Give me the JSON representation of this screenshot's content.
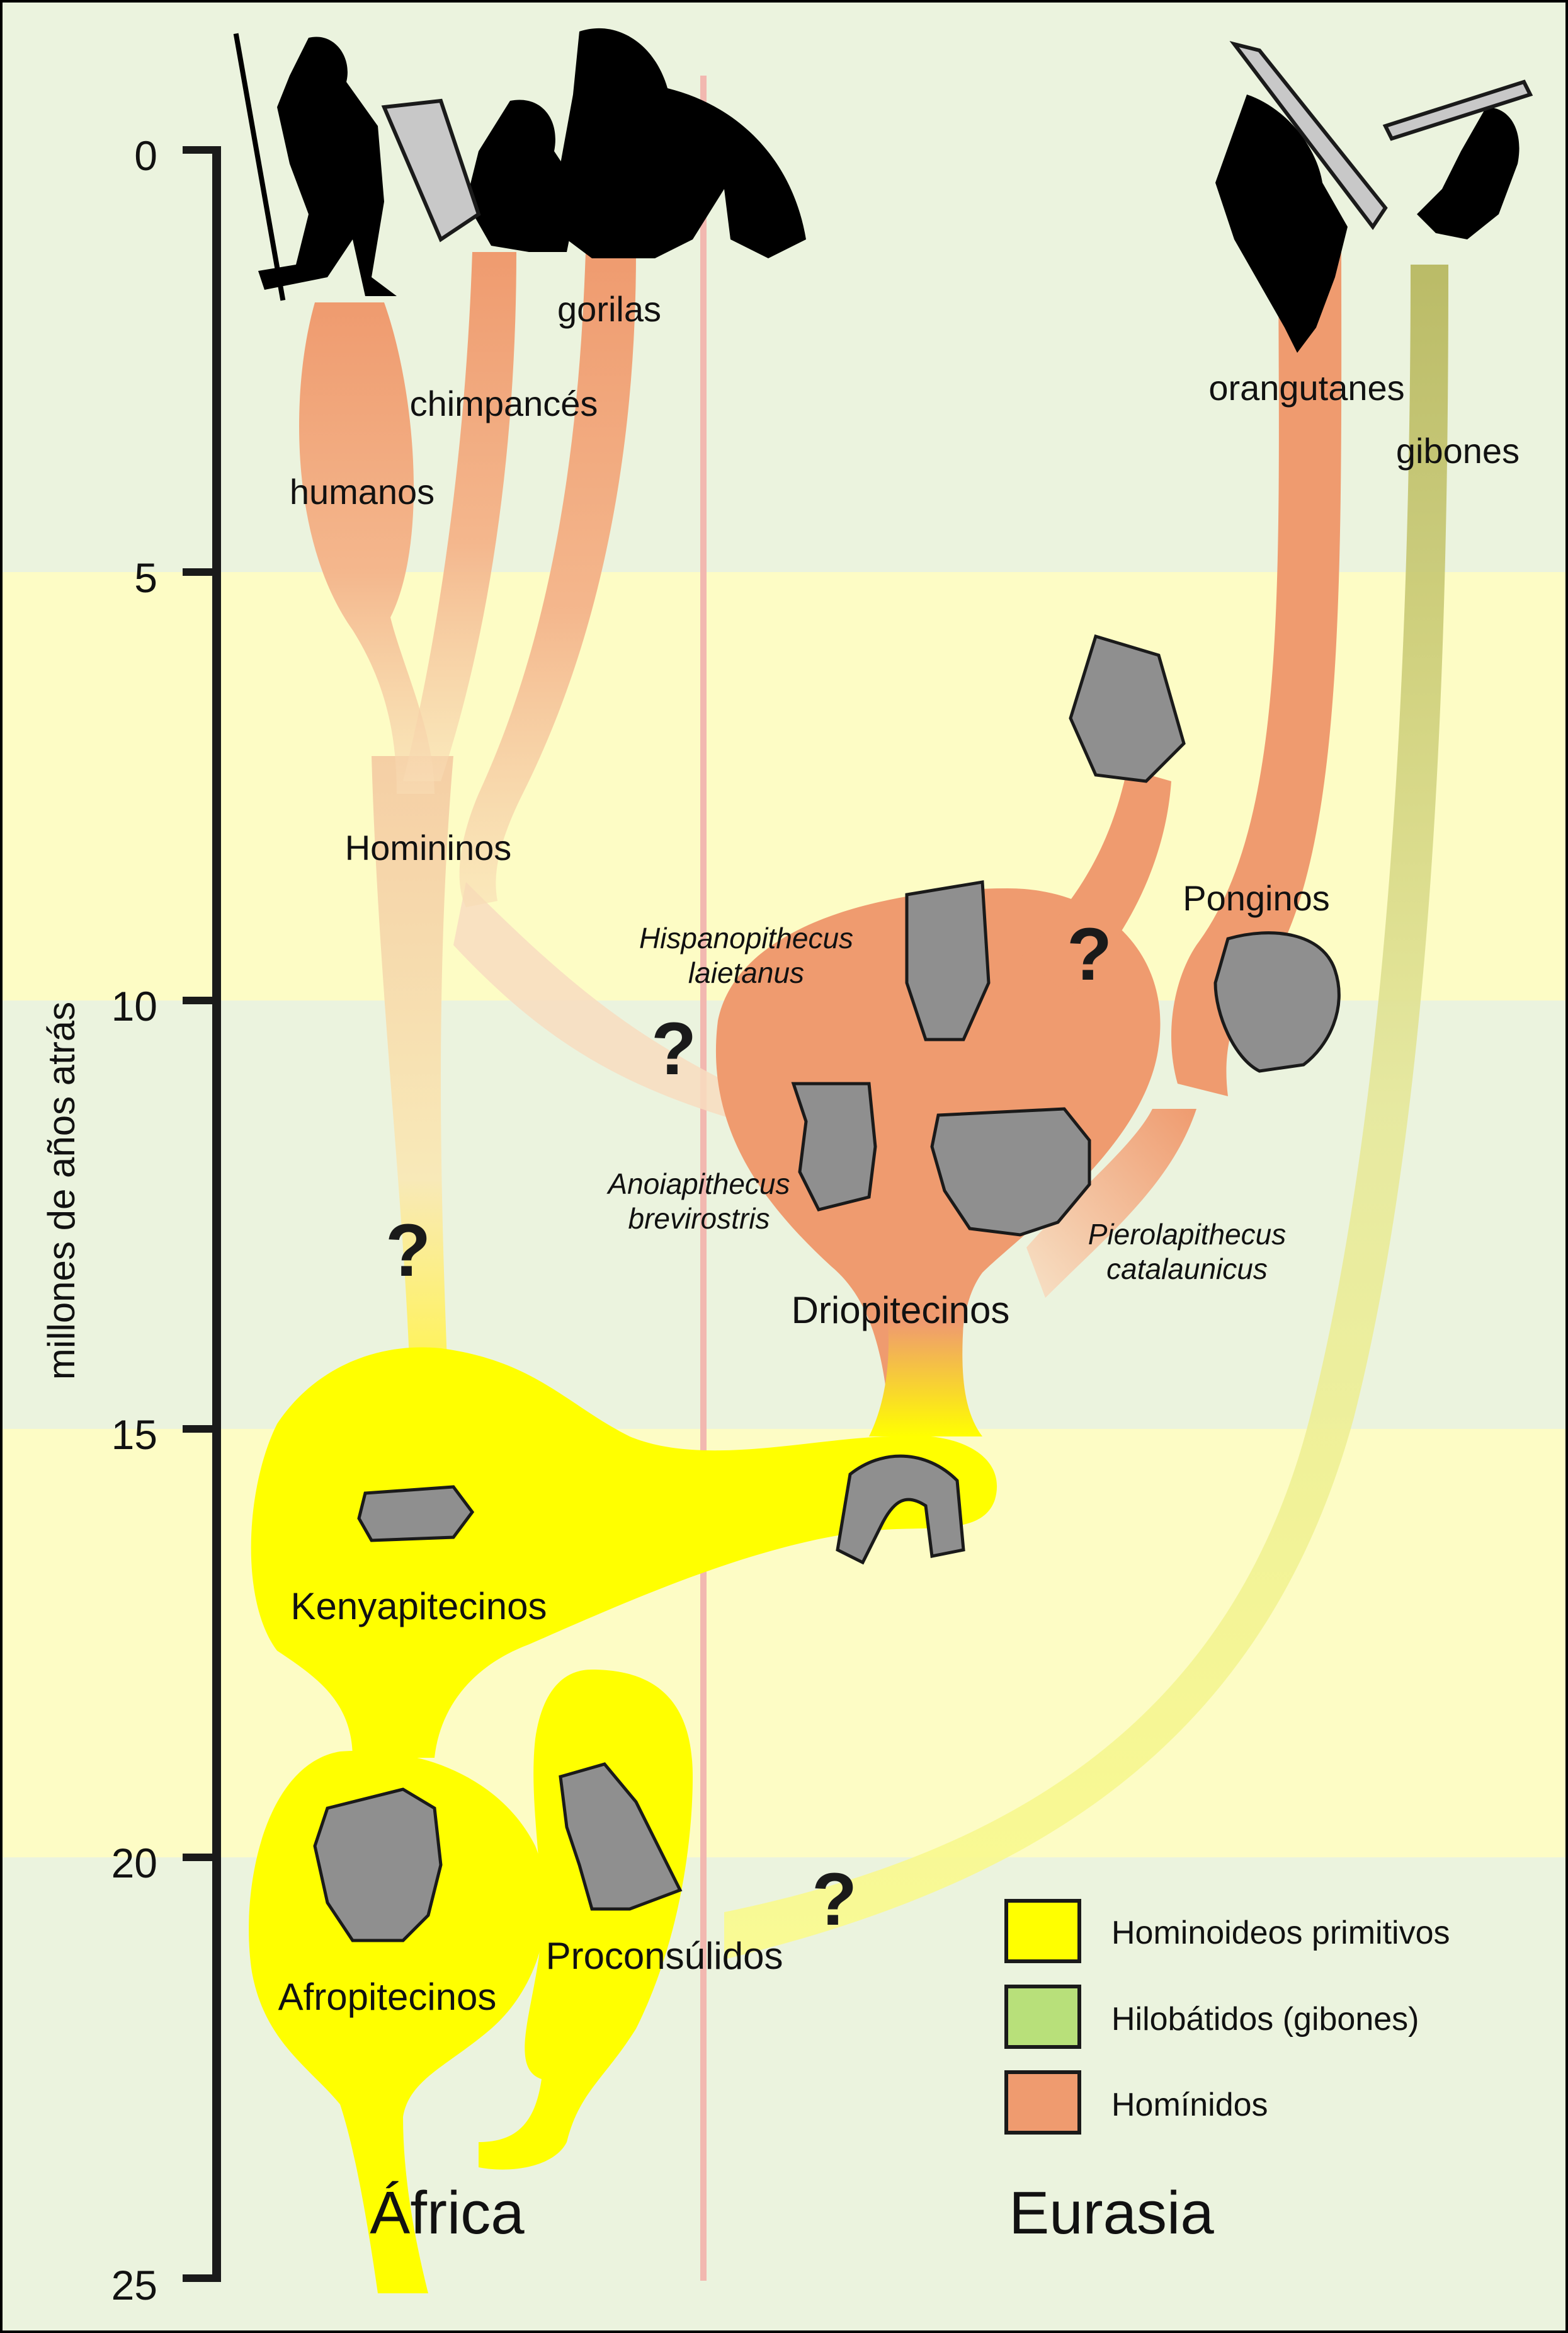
{
  "axis": {
    "label": "millones de años atrás",
    "ticks": [
      {
        "value": 0,
        "label": "0"
      },
      {
        "value": 5,
        "label": "5"
      },
      {
        "value": 10,
        "label": "10"
      },
      {
        "value": 15,
        "label": "15"
      },
      {
        "value": 20,
        "label": "20"
      },
      {
        "value": 25,
        "label": "25"
      }
    ],
    "range": [
      0,
      25
    ]
  },
  "regions": {
    "left": "África",
    "right": "Eurasia"
  },
  "groups": {
    "humanos": "humanos",
    "chimpances": "chimpancés",
    "gorilas": "gorilas",
    "orangutanes": "orangutanes",
    "gibones": "gibones",
    "homininos": "Homininos",
    "ponginos": "Ponginos",
    "driopitecinos": "Driopitecinos",
    "kenyapitecinos": "Kenyapitecinos",
    "afropitecinos": "Afropitecinos",
    "proconsulidos": "Proconsúlidos"
  },
  "species": {
    "hispanopithecus_1": "Hispanopithecus",
    "hispanopithecus_2": "laietanus",
    "anoiapithecus_1": "Anoiapithecus",
    "anoiapithecus_2": "brevirostris",
    "pierolapithecus_1": "Pierolapithecus",
    "pierolapithecus_2": "catalaunicus"
  },
  "uncertainty_mark": "?",
  "legend": [
    {
      "label": "Hominoideos primitivos",
      "color": "#ffff00"
    },
    {
      "label": "Hilobátidos (gibones)",
      "color": "#b8e07a"
    },
    {
      "label": "Homínidos",
      "color": "#ef9b6f"
    }
  ],
  "colors": {
    "band_green": "#ebf3de",
    "band_yellow": "#fdfcc5",
    "hominoid": "#ffff00",
    "hominid": "#ef9b6f",
    "gibbon_branch": "#c4c66a",
    "divider": "#f2b8b0",
    "fossil": "#8f8f8f"
  }
}
